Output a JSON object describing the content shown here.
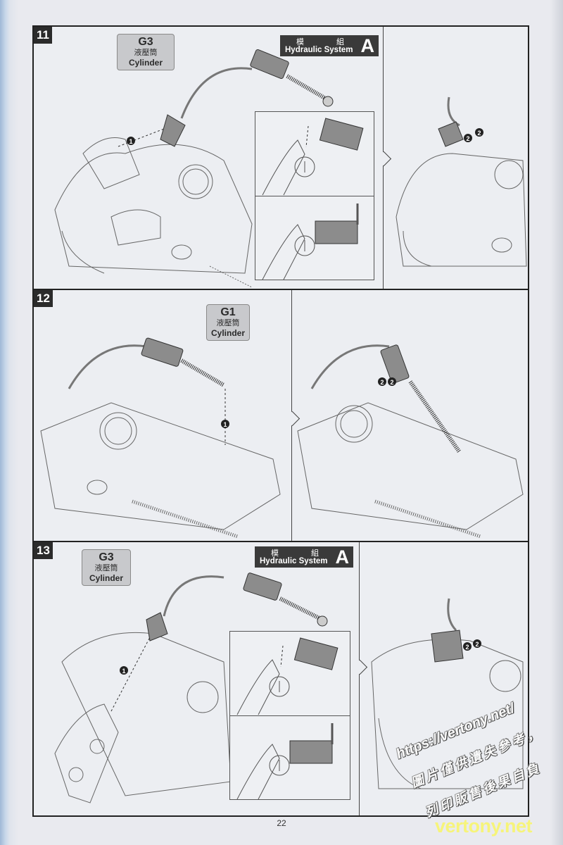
{
  "page": {
    "number": "22"
  },
  "steps": [
    {
      "number": "11",
      "part": {
        "code": "G3",
        "name_zh": "液壓筒",
        "name_en": "Cylinder"
      },
      "module": {
        "zh": [
          "模",
          "組"
        ],
        "en": "Hydraulic System",
        "letter": "A"
      },
      "callouts": [
        "1",
        "2",
        "2"
      ]
    },
    {
      "number": "12",
      "part": {
        "code": "G1",
        "name_zh": "液壓筒",
        "name_en": "Cylinder"
      },
      "callouts": [
        "1",
        "2",
        "2"
      ]
    },
    {
      "number": "13",
      "part": {
        "code": "G3",
        "name_zh": "液壓筒",
        "name_en": "Cylinder"
      },
      "module": {
        "zh": [
          "模",
          "組"
        ],
        "en": "Hydraulic System",
        "letter": "A"
      },
      "callouts": [
        "1",
        "2",
        "2"
      ]
    }
  ],
  "watermark": {
    "lines": [
      "https://vertony.net/",
      "圖片僅供遺失參考，",
      "列印販售後果自負"
    ],
    "footer": "vertony.net"
  },
  "colors": {
    "frame": "#222222",
    "module_bg": "#3a3a3a",
    "part_label_bg": "#c8c9cc",
    "cylinder": "#8c8c8c",
    "footer_wm": "#f6f47a"
  }
}
